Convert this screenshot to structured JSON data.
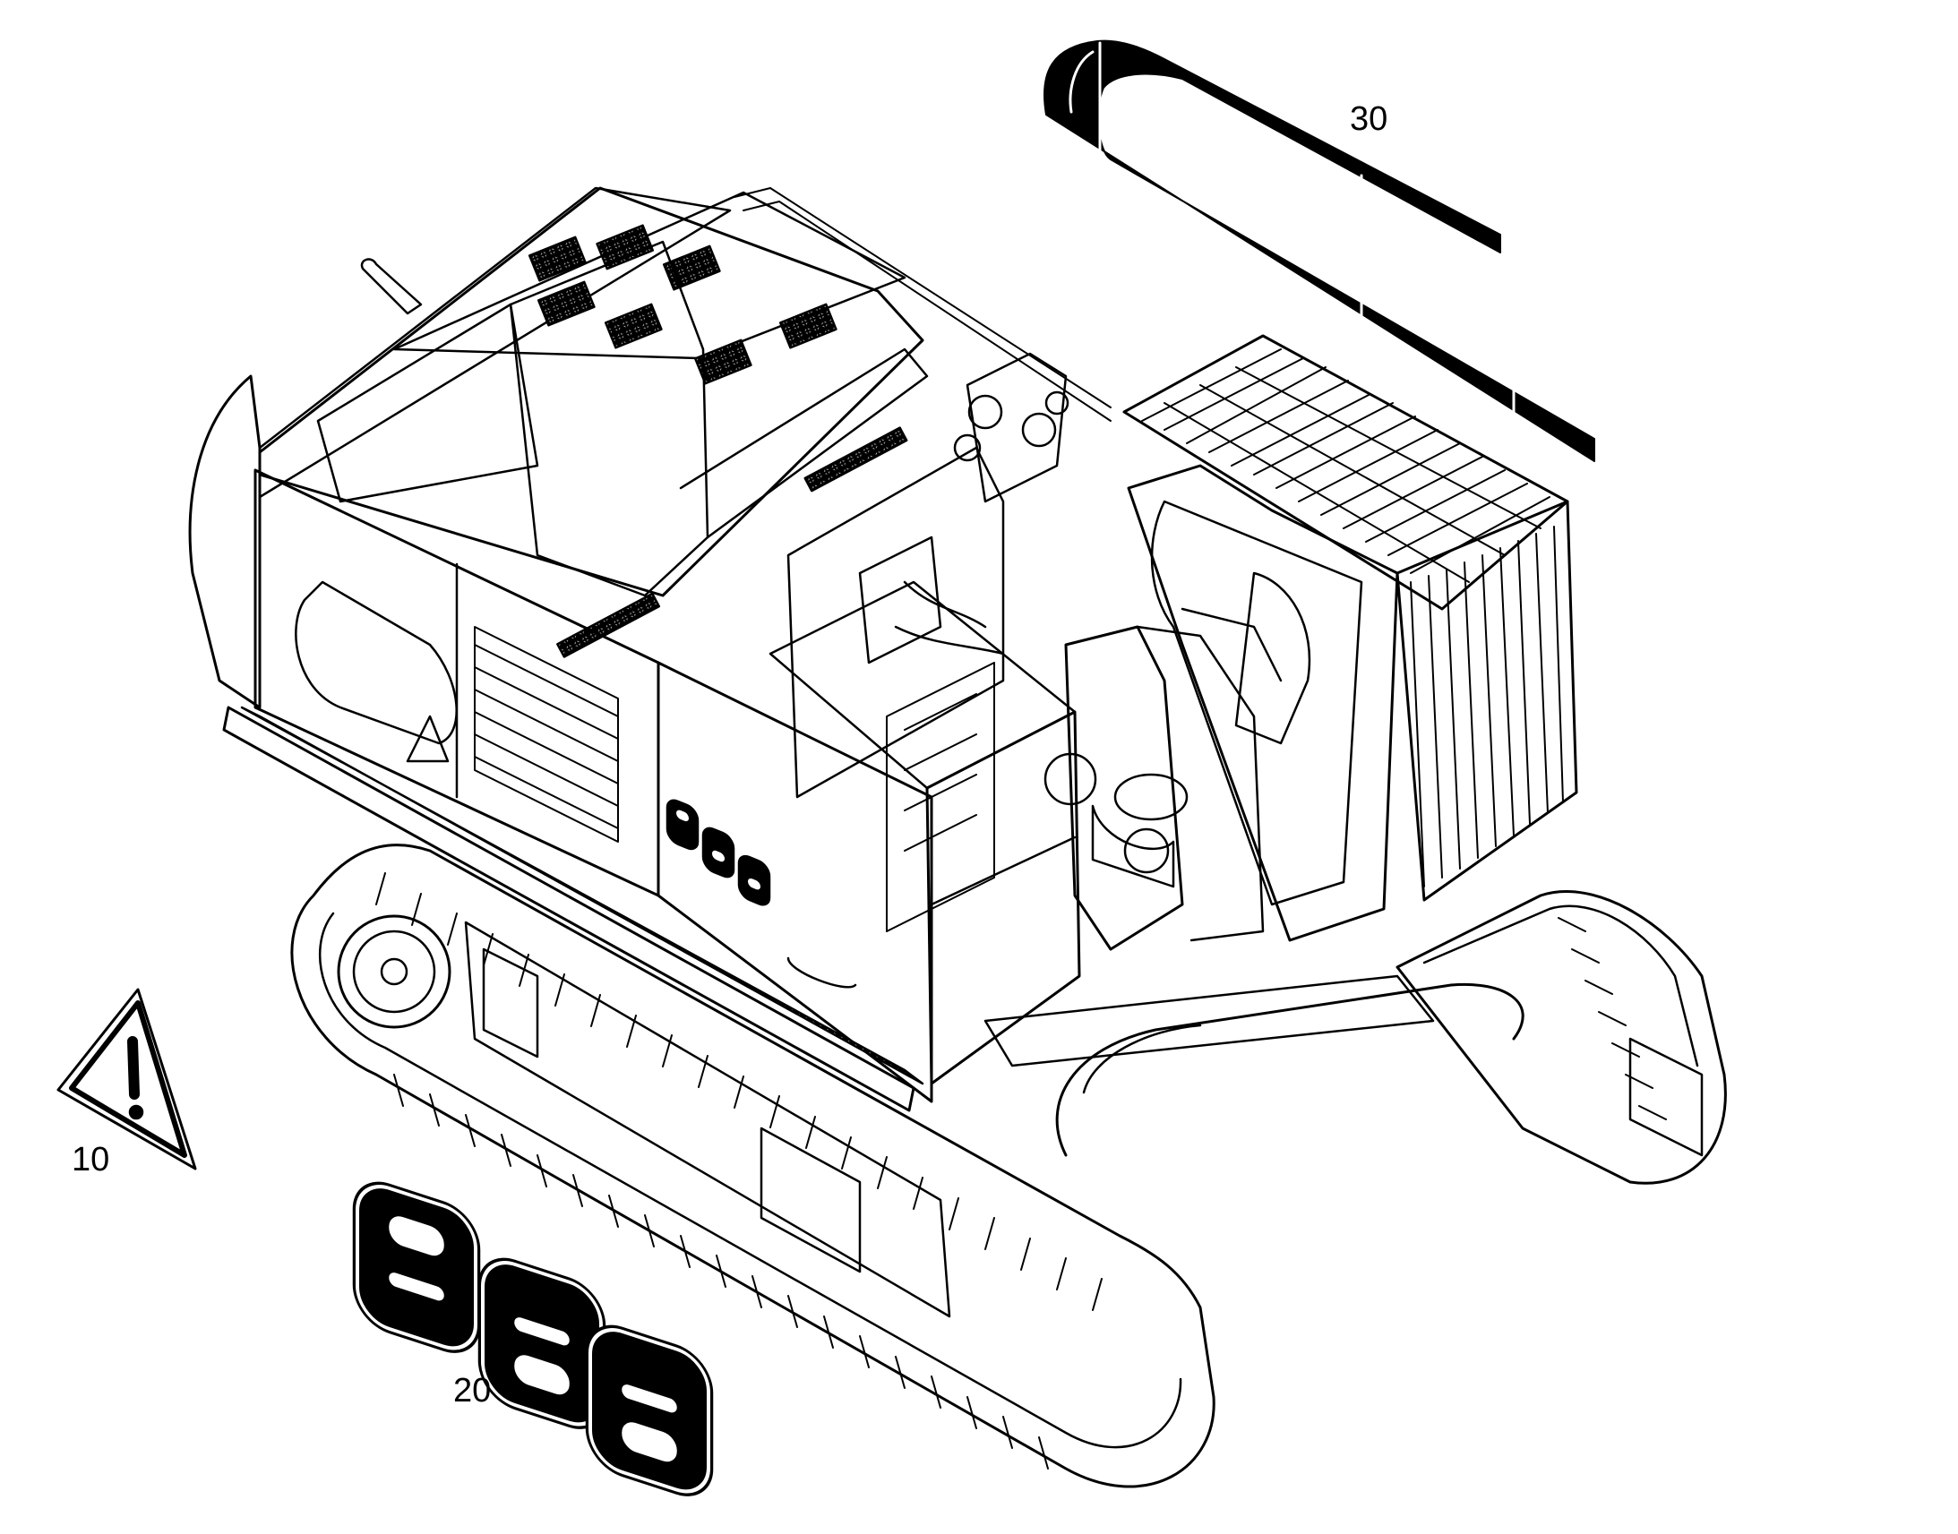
{
  "callouts": {
    "warning_sign": "10",
    "model_decal": "20",
    "cab_stripe": "30"
  },
  "decal_text": "966",
  "colors": {
    "line": "#000000",
    "background": "#ffffff"
  }
}
